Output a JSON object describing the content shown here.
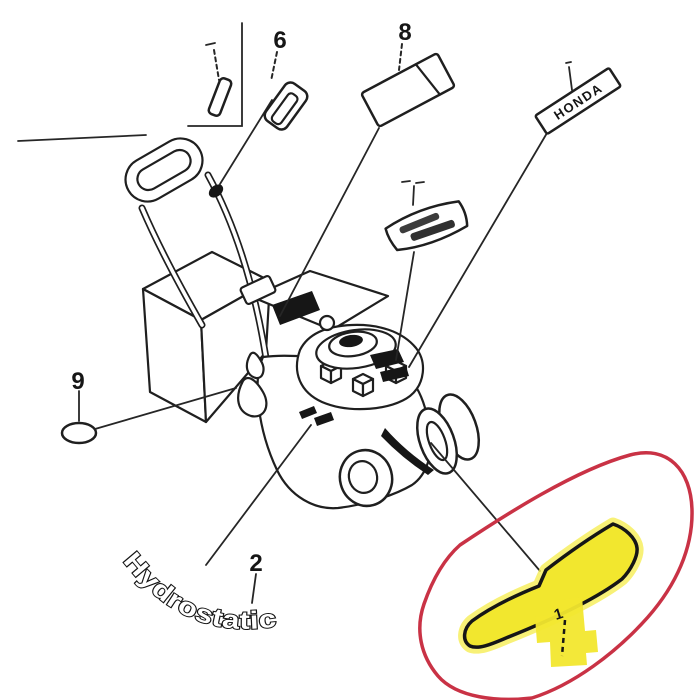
{
  "colors": {
    "background": "#ffffff",
    "ink": "#1f1f1f",
    "highlight_yellow": "#f2e72e",
    "highlight_yellow_glow": "#f6ee55",
    "highlight_red": "#c93245"
  },
  "callouts": {
    "c1": {
      "label": "1"
    },
    "c2": {
      "label": "2"
    },
    "c6": {
      "label": "6"
    },
    "c8": {
      "label": "8"
    },
    "c9": {
      "label": "9"
    }
  },
  "decals": {
    "honda": {
      "text": "HONDA"
    },
    "hydrostatic": {
      "text": "Hydrostatic"
    }
  }
}
